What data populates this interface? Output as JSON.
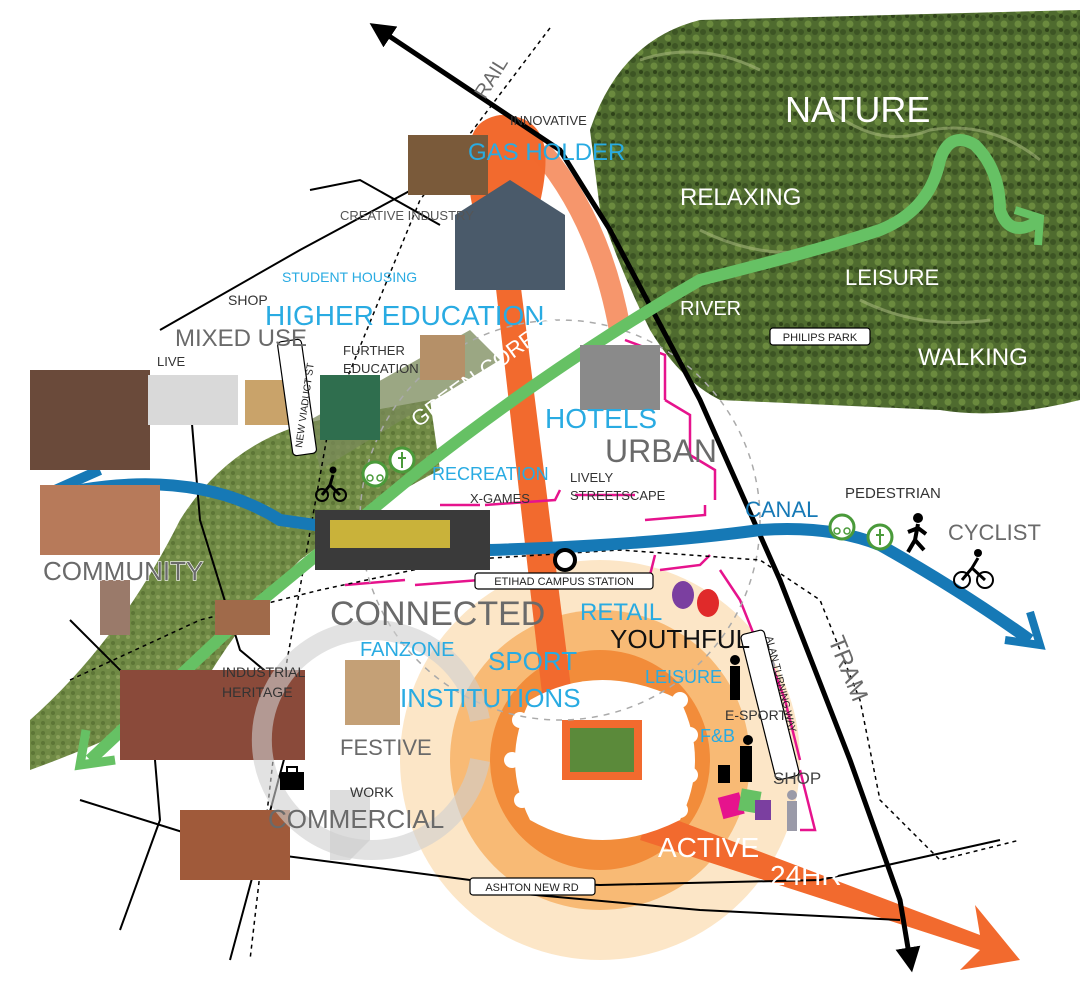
{
  "map": {
    "zones": {
      "nature": "NATURE",
      "relaxing": "RELAXING",
      "leisure_nature": "LEISURE",
      "river": "RIVER",
      "walking": "WALKING",
      "philips_park": "PHILIPS PARK",
      "pedestrian": "PEDESTRIAN",
      "cyclist": "CYCLIST",
      "canal": "CANAL",
      "tram": "TRAM",
      "rail": "RAIL"
    },
    "labels": {
      "innovative": "INNOVATIVE",
      "gas_holder": "GAS HOLDER",
      "creative_industry": "CREATIVE INDUSTRY",
      "student_housing": "STUDENT HOUSING",
      "shop_top": "SHOP",
      "higher_education": "HIGHER EDUCATION",
      "mixed_use": "MIXED USE",
      "live": "LIVE",
      "further_education": "FURTHER\nEDUCATION",
      "green_corridor": "GREEN CORRIDOR",
      "hotels": "HOTELS",
      "urban": "URBAN",
      "recreation": "RECREATION",
      "x_games": "X-GAMES",
      "lively_streetscape": "LIVELY\nSTREETSCAPE",
      "community": "COMMUNITY",
      "connected": "CONNECTED",
      "retail": "RETAIL",
      "youthful": "YOUTHFUL",
      "fanzone": "FANZONE",
      "sport": "SPORT",
      "institutions": "INSTITUTIONS",
      "leisure_retail": "LEISURE",
      "industrial_heritage": "INDUSTRIAL\nHERITAGE",
      "festive": "FESTIVE",
      "e_sport": "E-SPORT",
      "fnb": "F&B",
      "shop_bottom": "SHOP",
      "work": "WORK",
      "commercial": "COMMERCIAL",
      "active": "ACTIVE",
      "hr24": "24HR"
    },
    "streets": {
      "new_viaduct_st": "NEW VIADUCT ST",
      "etihad_campus_station": "ETIHAD CAMPUS STATION",
      "alan_turning_way": "ALAN TURNING WAY",
      "ashton_new_rd": "ASHTON NEW RD"
    },
    "colors": {
      "park_green": "#4f6b2f",
      "green_corridor": "#66c164",
      "canal_blue": "#1679b6",
      "sport_orange": "#f26a2e",
      "light_orange": "#fad9a8",
      "magenta_boundary": "#e6138d",
      "label_blue": "#29abe2"
    },
    "icons": [
      "cyclist-icon",
      "pedestrian-icon",
      "station-icon",
      "theatre-masks-icon",
      "briefcase-icon",
      "runner-icon",
      "bicycle-rider-icon",
      "shopper-icon"
    ]
  }
}
